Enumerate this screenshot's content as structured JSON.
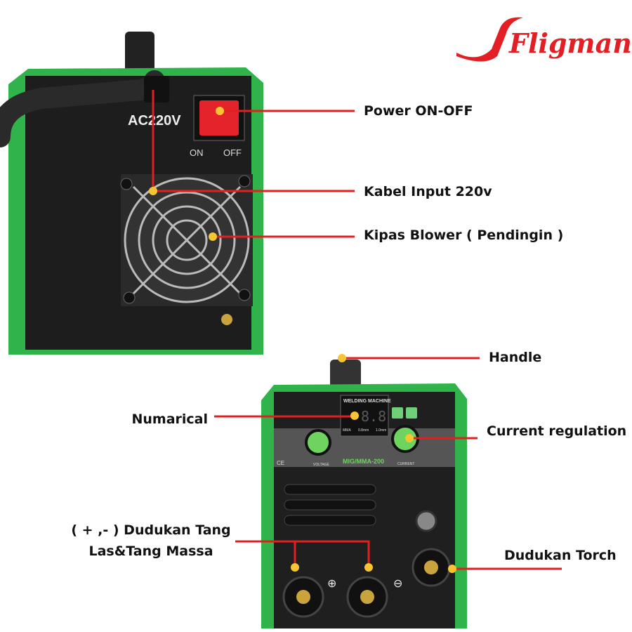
{
  "brand": {
    "logo": "Fligman",
    "color": "#e31e24"
  },
  "colors": {
    "shell": "#2fb34a",
    "panel": "#1b1b1b",
    "leader": "#e02020",
    "dot": "#f7c531"
  },
  "rear_unit": {
    "voltage_label": "AC220V",
    "switch_on": "ON",
    "switch_off": "OFF"
  },
  "front_unit": {
    "display_title": "WELDING MACHINE",
    "model": "MIG/MMA-200",
    "knob_left": "VOLTAGE",
    "knob_right": "CURRENT",
    "modes": [
      "MMA",
      "0.8mm",
      "1.0mm"
    ],
    "ce_mark": "CE",
    "display_value": "8.8"
  },
  "callouts": {
    "power": "Power ON-OFF",
    "cable": "Kabel Input 220v",
    "fan": "Kipas Blower ( Pendingin )",
    "handle": "Handle",
    "display": "Numarical",
    "current": "Current regulation",
    "sockets_line1": "( + ,- ) Dudukan Tang",
    "sockets_line2": "Las&Tang Massa",
    "torch": "Dudukan Torch"
  }
}
